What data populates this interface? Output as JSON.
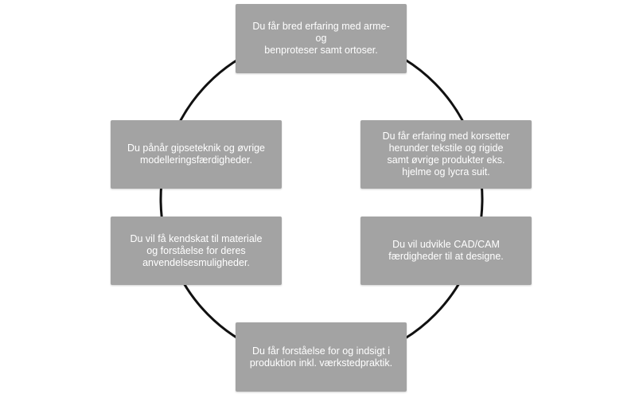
{
  "diagram": {
    "ring_color": "#111111",
    "box_color": "#a3a3a3",
    "text_color": "#ffffff",
    "steps": [
      {
        "id": "top",
        "text": "Du får bred erfaring med arme- og\nbenproteser samt ortoser."
      },
      {
        "id": "upper-right",
        "text": "Du får erfaring med korsetter\nherunder tekstile og rigide\nsamt øvrige produkter eks.\nhjelme og lycra suit."
      },
      {
        "id": "lower-right",
        "text": "Du vil udvikle CAD/CAM\nfærdigheder til at designe."
      },
      {
        "id": "bottom",
        "text": "Du får forståelse for og indsigt i\nproduktion inkl. værkstedpraktik."
      },
      {
        "id": "lower-left",
        "text": "Du vil få kendskat til materiale\nog forståelse for deres\nanvendelsesmuligheder."
      },
      {
        "id": "upper-left",
        "text": "Du pånår gipseteknik og øvrige\nmodelleringsfærdigheder."
      }
    ]
  }
}
